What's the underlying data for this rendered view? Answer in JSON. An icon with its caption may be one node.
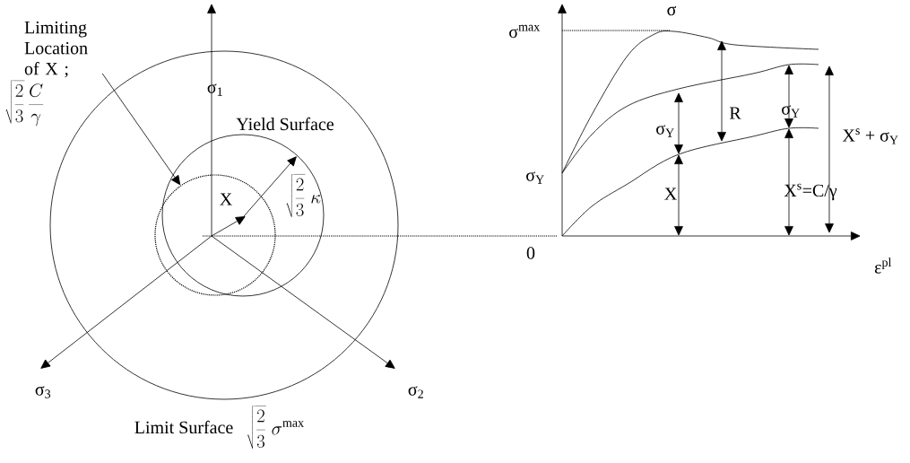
{
  "diagram": {
    "nodes": [
      {
        "text": [
          "Limiting Location of X ;",
          "\\sqrt{\\frac{2}{3}}\\,\\frac{C}{\\gamma}"
        ]
      },
      {
        "text": [],
        "shape": "circle"
      }
    ],
    "edges": [
      {
        "from": 0,
        "to": 1,
        "arrow": "to"
      }
    ],
    "labels": [
      "σ$_{1}$",
      "σ",
      "σ$^{max}$",
      "Yield Surface",
      "R",
      "σ$_{Y}$",
      "X",
      "\\sqrt{\\frac{2}{3}}\\;\\kappa",
      "σ$_{Y}$",
      "X$^{s}$ + σ$_{Y}$",
      "σ$_{Y}$",
      "X",
      "X$^{s}$=C/γ",
      "0",
      "ε$^{pl}$",
      "σ$_{3}$",
      "σ$_{2}$",
      "Limit Surface",
      "\\sqrt{\\frac{2}{3}}\\;\\sigma^{\\mathrm{max}}"
    ]
  }
}
